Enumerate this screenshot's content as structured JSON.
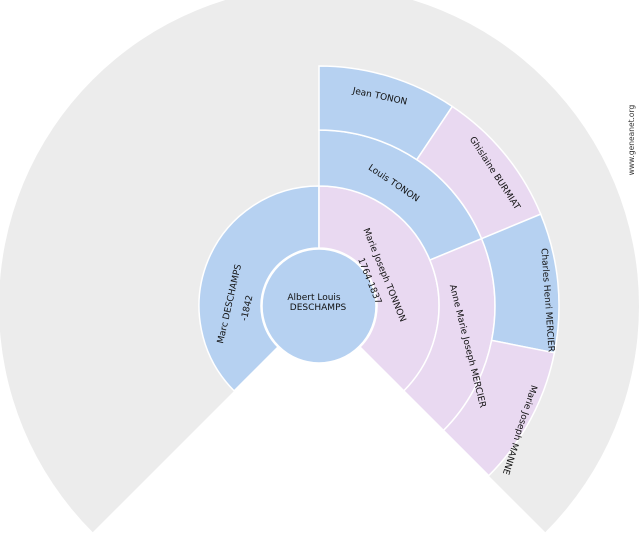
{
  "colors": {
    "background_ring": "#ececec",
    "male": "#b6d1f1",
    "female": "#e9d9f1",
    "separator": "#ffffff"
  },
  "center": {
    "line1": "Albert Louis",
    "line2": "DESCHAMPS"
  },
  "generation1": [
    {
      "name": "Marc DESCHAMPS",
      "dates": "-1842",
      "gender": "male"
    },
    {
      "name": "Marie Joseph TONNON",
      "dates": "1764-1837",
      "gender": "female"
    }
  ],
  "generation2": [
    {
      "name": "Louis TONON",
      "gender": "male"
    },
    {
      "name": "Anne Marie Joseph MERCIER",
      "gender": "female"
    }
  ],
  "generation3": [
    {
      "name": "Jean TONON",
      "gender": "male"
    },
    {
      "name": "Ghislaine BURMIAT",
      "gender": "female"
    },
    {
      "name": "Charles Henri MERCIER",
      "gender": "male"
    },
    {
      "name": "Marie Joseph MANNE",
      "gender": "female"
    }
  ],
  "watermark": "www.geneanet.org"
}
